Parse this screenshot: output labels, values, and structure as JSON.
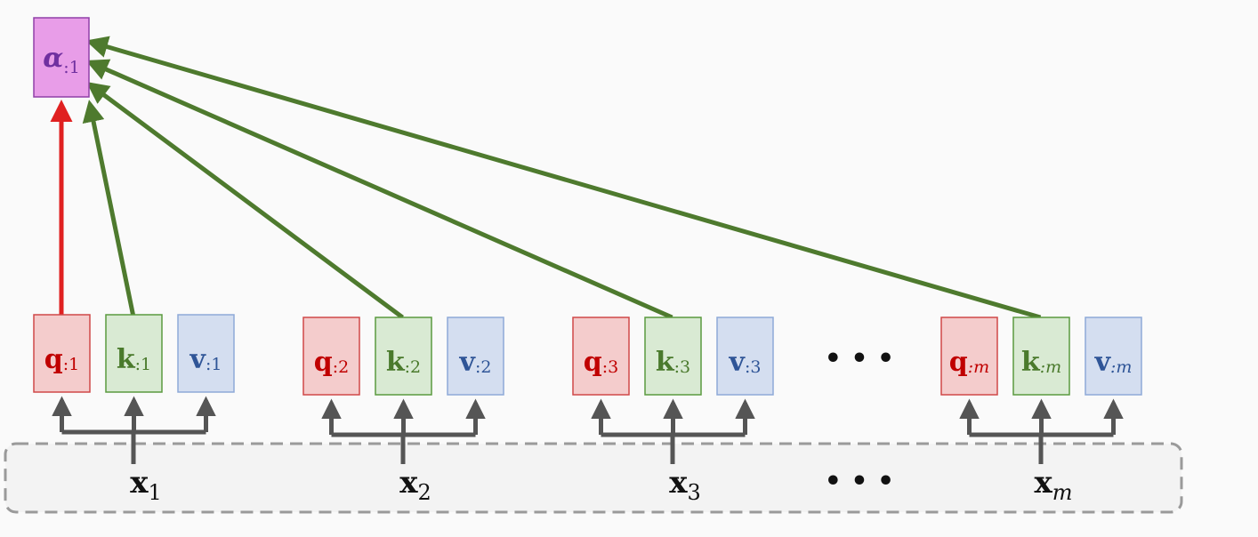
{
  "colors": {
    "background": "#fafafa",
    "q_fill": "#f4cccc",
    "q_stroke": "#d04848",
    "q_text": "#c00000",
    "k_fill": "#d9ead3",
    "k_stroke": "#5b9a3f",
    "k_text": "#4a7a2c",
    "v_fill": "#d4def0",
    "v_stroke": "#8ea9d8",
    "v_text": "#2f5597",
    "alpha_fill": "#e89de8",
    "alpha_stroke": "#8f3fa8",
    "alpha_text": "#7030a0",
    "arrow_green": "#4e7a2e",
    "arrow_red": "#e02020",
    "arrow_gray": "#555555",
    "dashed_border": "#9a9a9a",
    "dashed_fill": "#f3f3f3",
    "x_text": "#111111"
  },
  "alpha": {
    "symbol": "α",
    "subscript": ":1"
  },
  "columns": [
    {
      "input": {
        "symbol": "x",
        "subscript": "1"
      },
      "q": {
        "symbol": "q",
        "subscript": ":1"
      },
      "k": {
        "symbol": "k",
        "subscript": ":1"
      },
      "v": {
        "symbol": "v",
        "subscript": ":1"
      }
    },
    {
      "input": {
        "symbol": "x",
        "subscript": "2"
      },
      "q": {
        "symbol": "q",
        "subscript": ":2"
      },
      "k": {
        "symbol": "k",
        "subscript": ":2"
      },
      "v": {
        "symbol": "v",
        "subscript": ":2"
      }
    },
    {
      "input": {
        "symbol": "x",
        "subscript": "3"
      },
      "q": {
        "symbol": "q",
        "subscript": ":3"
      },
      "k": {
        "symbol": "k",
        "subscript": ":3"
      },
      "v": {
        "symbol": "v",
        "subscript": ":3"
      }
    },
    {
      "input": {
        "symbol": "x",
        "subscript": "m"
      },
      "q": {
        "symbol": "q",
        "subscript": ":m"
      },
      "k": {
        "symbol": "k",
        "subscript": ":m"
      },
      "v": {
        "symbol": "v",
        "subscript": ":m"
      }
    }
  ],
  "ellipsis_top": "• • •",
  "ellipsis_bottom": "• • •"
}
